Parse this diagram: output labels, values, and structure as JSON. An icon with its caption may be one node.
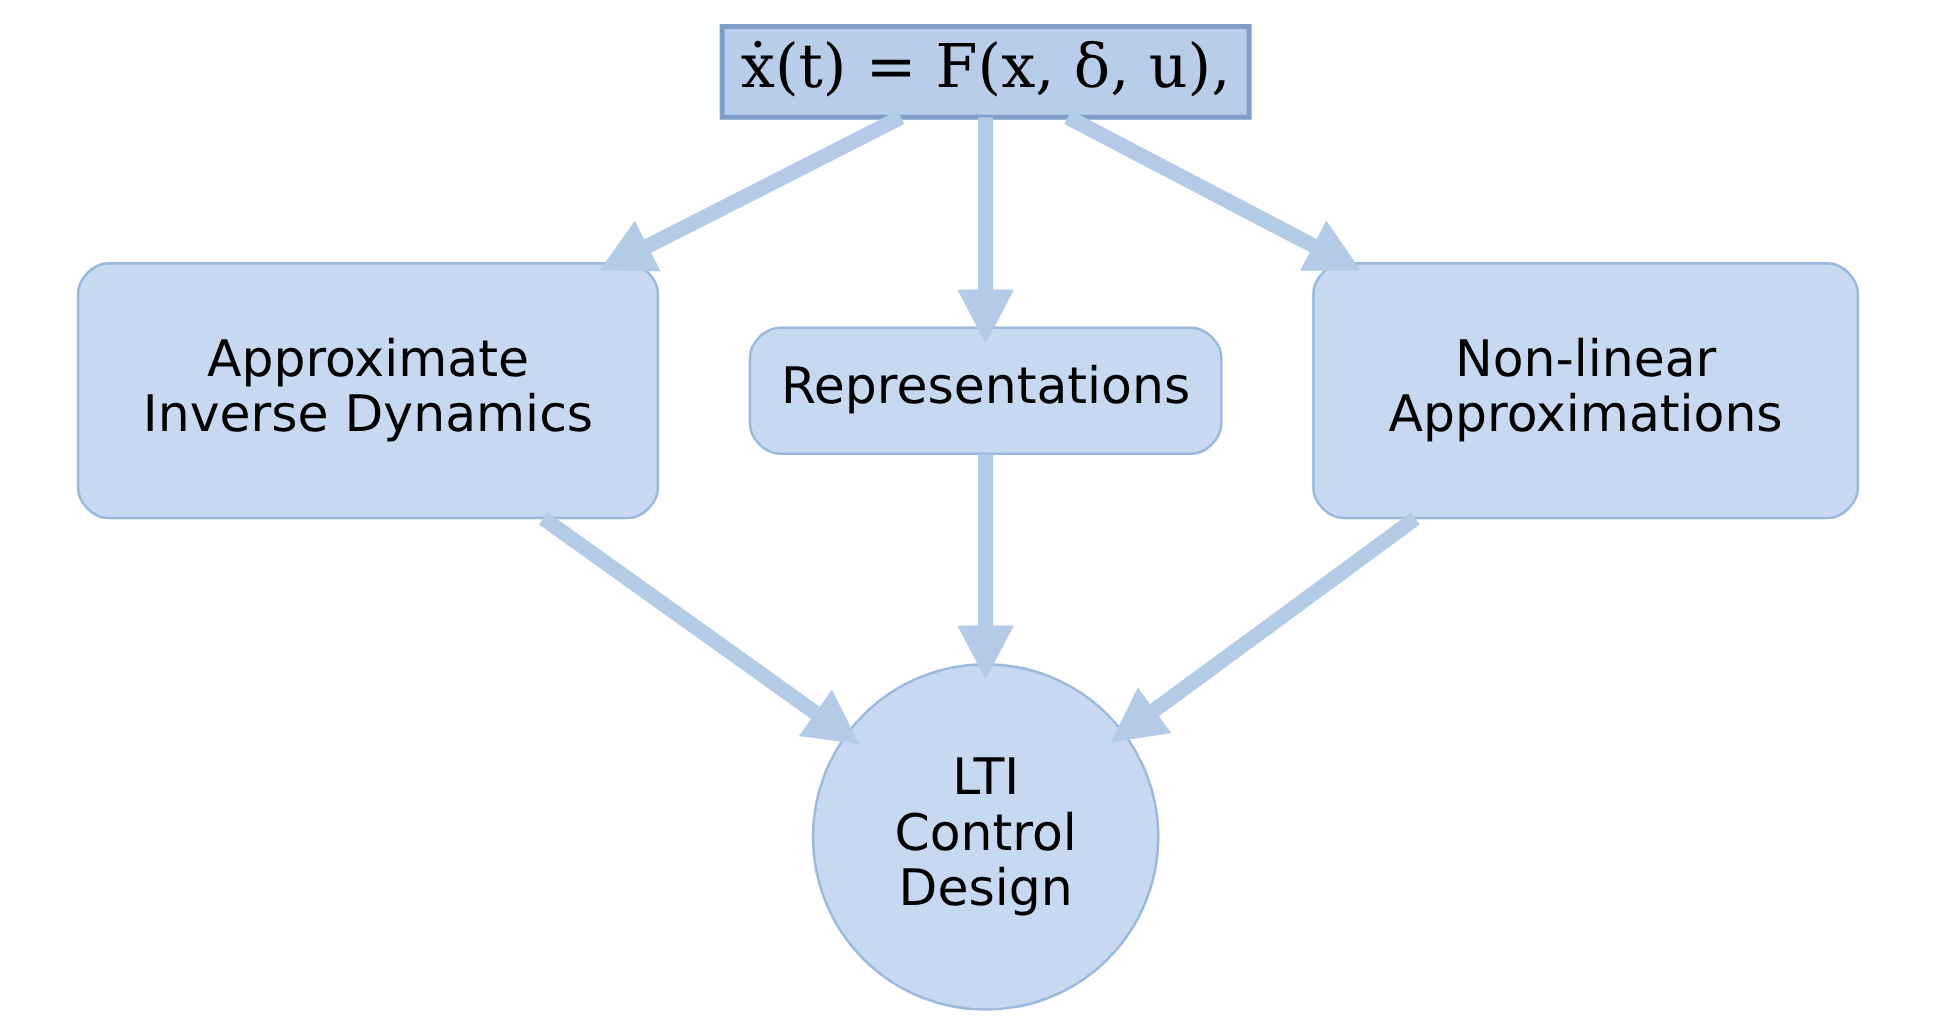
{
  "diagram": {
    "nodes": [
      {
        "text": [
          "ẋ(t) = F(x, δ, u),"
        ]
      },
      {
        "text": [
          "Approximate Inverse Dynamics"
        ]
      },
      {
        "text": [
          "Representations"
        ]
      },
      {
        "text": [
          "Non-linear Approximations"
        ]
      },
      {
        "text": [
          "LTI Control Design"
        ]
      }
    ],
    "edges": [
      {
        "from": 0,
        "to": 1,
        "arrow": "to"
      },
      {
        "from": 0,
        "to": 2,
        "arrow": "to"
      },
      {
        "from": 0,
        "to": 3,
        "arrow": "to"
      },
      {
        "from": 1,
        "to": 4,
        "arrow": "to"
      },
      {
        "from": 2,
        "to": 4,
        "arrow": "to"
      },
      {
        "from": 3,
        "to": 4,
        "arrow": "to"
      }
    ]
  }
}
